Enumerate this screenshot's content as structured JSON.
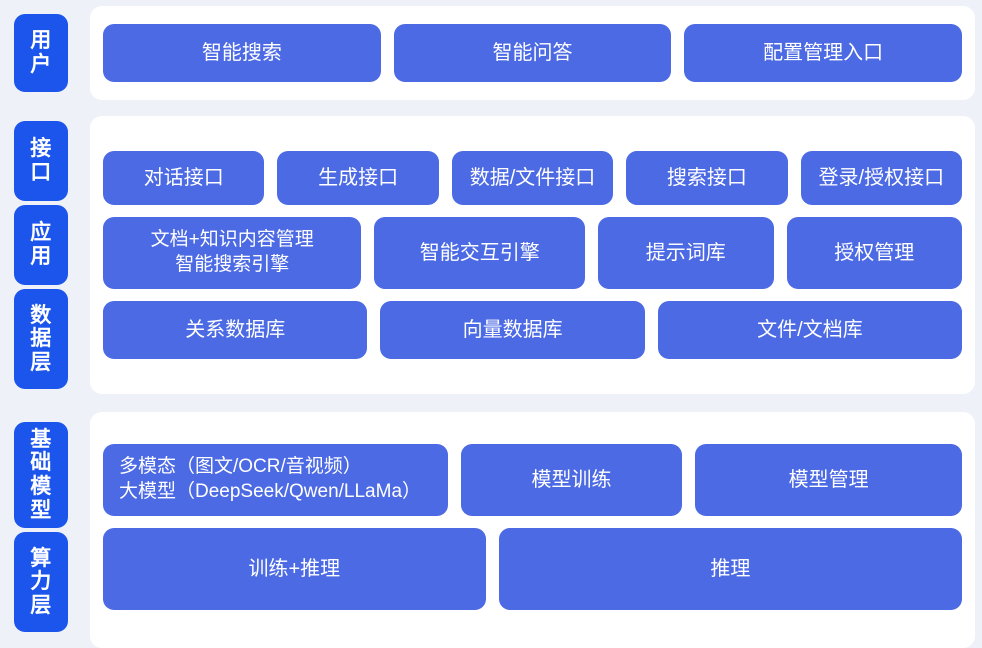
{
  "diagram": {
    "type": "layered-architecture",
    "title": "",
    "colors": {
      "page_background": "#eef1f8",
      "panel_background": "#ffffff",
      "side_tag": "#1c55ec",
      "box": "#4c6ae4",
      "box_text": "#ffffff"
    },
    "layers": [
      {
        "id": "user",
        "tags": [
          "用户"
        ],
        "rows": [
          {
            "id": "user-row",
            "boxes": [
              {
                "label": "智能搜索"
              },
              {
                "label": "智能问答"
              },
              {
                "label": "配置管理入口"
              }
            ]
          }
        ]
      },
      {
        "id": "middle",
        "tags": [
          "接口",
          "应用",
          "数据层"
        ],
        "rows": [
          {
            "id": "interface-row",
            "boxes": [
              {
                "label": "对话接口"
              },
              {
                "label": "生成接口"
              },
              {
                "label": "数据/文件接口"
              },
              {
                "label": "搜索接口"
              },
              {
                "label": "登录/授权接口"
              }
            ]
          },
          {
            "id": "application-row",
            "boxes": [
              {
                "label": "文档+知识内容管理\n智能搜索引擎"
              },
              {
                "label": "智能交互引擎"
              },
              {
                "label": "提示词库"
              },
              {
                "label": "授权管理"
              }
            ]
          },
          {
            "id": "data-row",
            "boxes": [
              {
                "label": "关系数据库"
              },
              {
                "label": "向量数据库"
              },
              {
                "label": "文件/文档库"
              }
            ]
          }
        ]
      },
      {
        "id": "infrastructure",
        "tags": [
          "基础模型",
          "算力层"
        ],
        "rows": [
          {
            "id": "model-row",
            "boxes": [
              {
                "label": "多模态（图文/OCR/音视频）\n大模型（DeepSeek/Qwen/LLaMa）"
              },
              {
                "label": "模型训练"
              },
              {
                "label": "模型管理"
              }
            ]
          },
          {
            "id": "compute-row",
            "boxes": [
              {
                "label": "训练+推理"
              },
              {
                "label": "推理"
              }
            ]
          }
        ]
      }
    ]
  }
}
